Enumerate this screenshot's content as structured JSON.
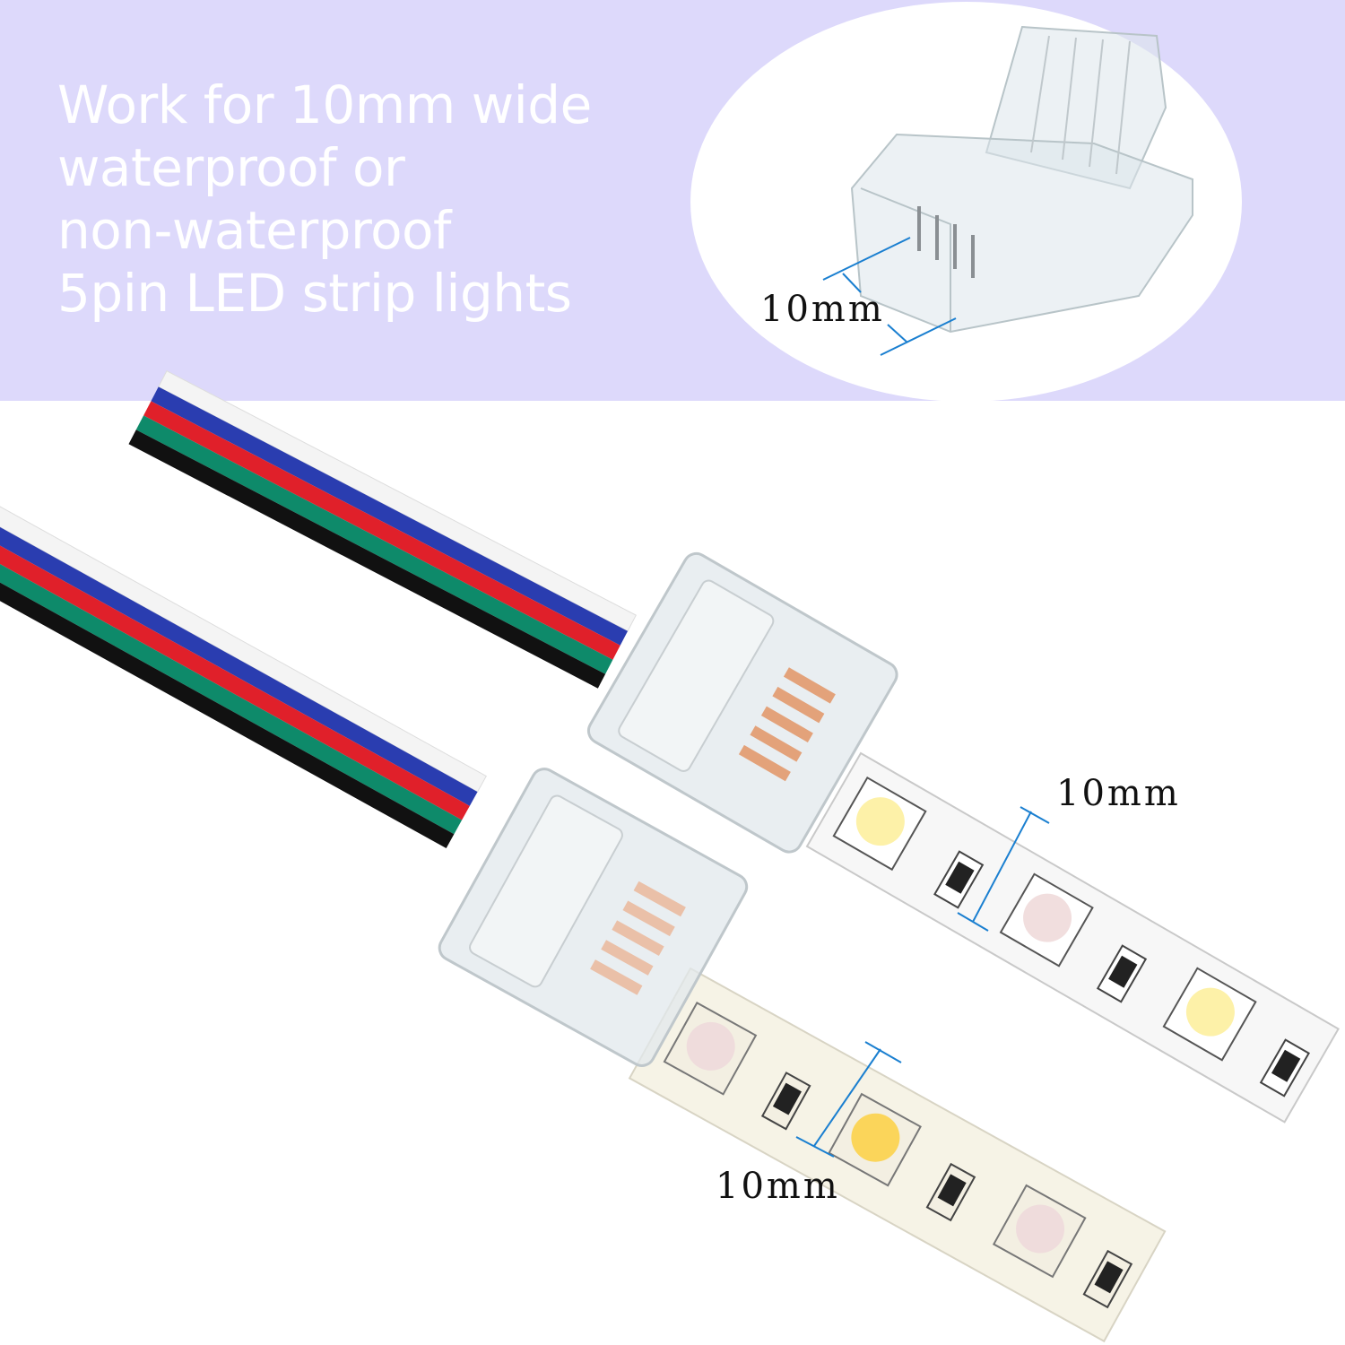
{
  "headline": {
    "lines": [
      "Work for 10mm wide",
      "waterproof or",
      "non-waterproof",
      "5pin LED strip lights"
    ]
  },
  "dimensions": {
    "top_label": "10mm",
    "upper_strip_label": "10mm",
    "lower_strip_label": "10mm"
  },
  "colors": {
    "banner": "#ddd9fb",
    "headline_text": "#ffffff",
    "dimension_line": "#1a7fd0",
    "wires": [
      "#ffffff",
      "#2a3db0",
      "#e0202a",
      "#0e8a6a",
      "#111111"
    ]
  }
}
